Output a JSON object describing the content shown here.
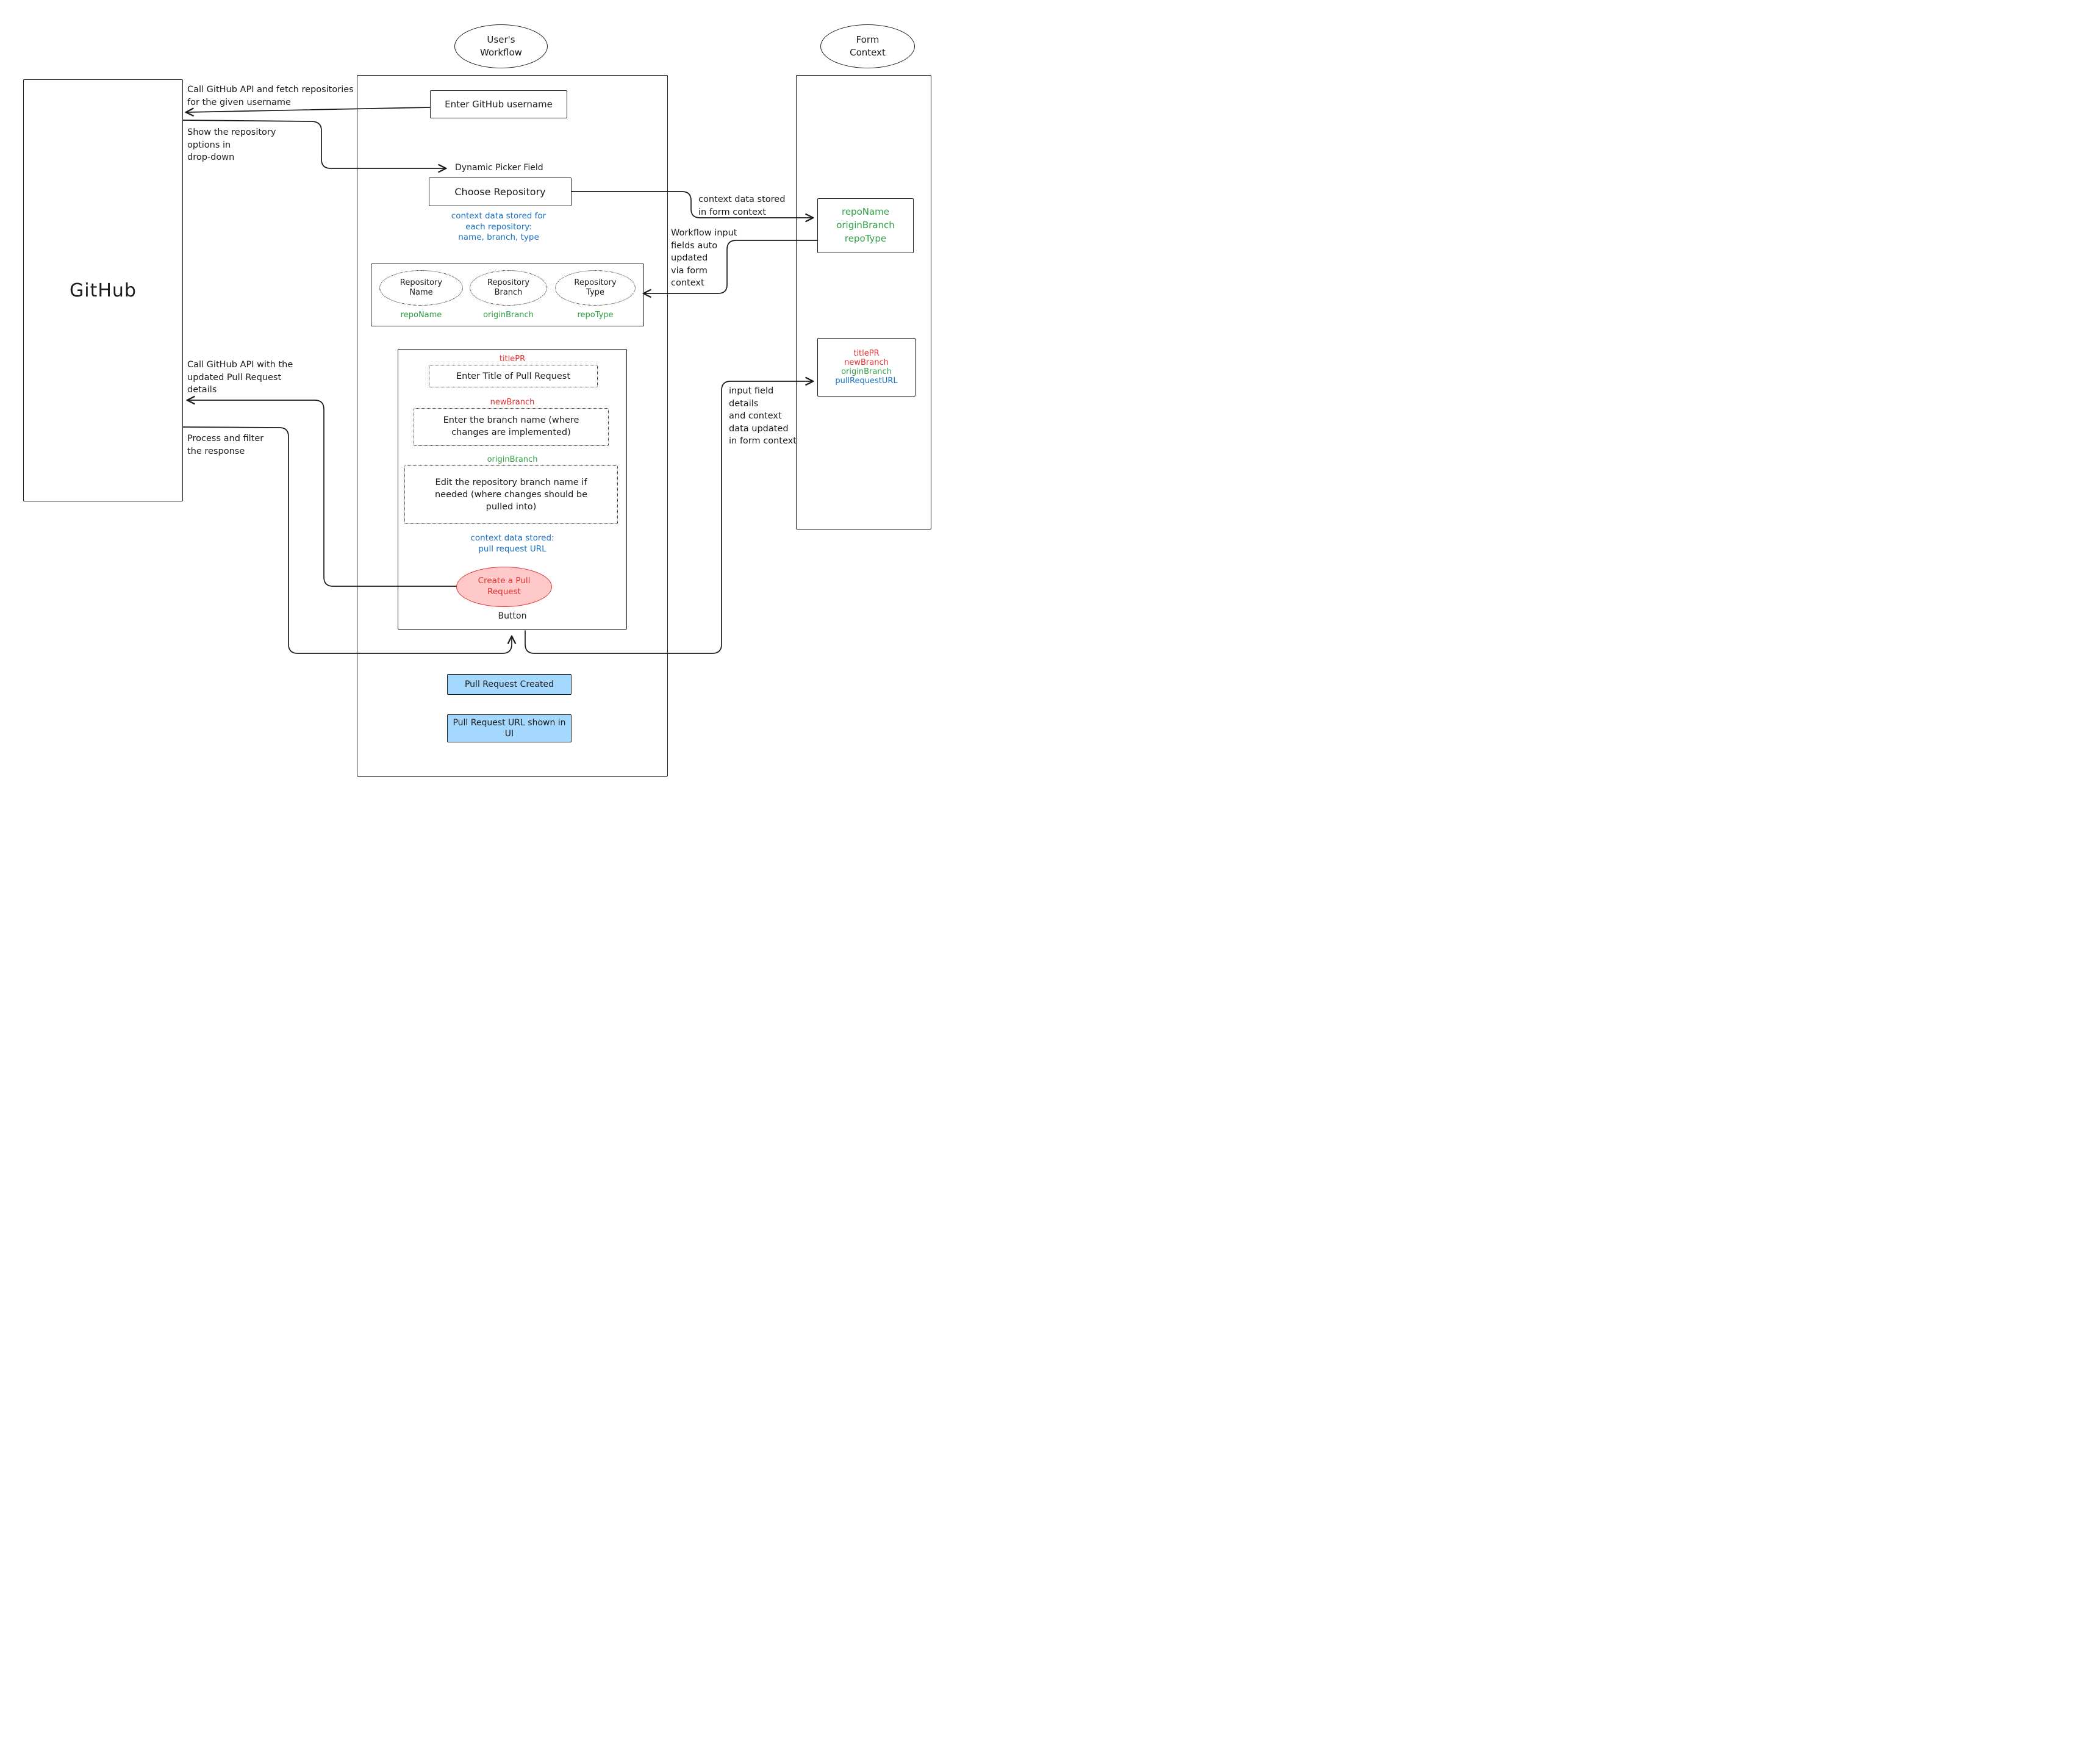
{
  "colors": {
    "green": "#2f9e44",
    "red": "#e03131",
    "blue": "#1971c2",
    "pink_fill": "#ffc9c9",
    "light_blue_fill": "#a5d8ff"
  },
  "headers": {
    "users_workflow": "User's\nWorkflow",
    "form_context": "Form\nContext"
  },
  "github": {
    "label": "GitHub"
  },
  "annotations": {
    "call_api_fetch": "Call GitHub API and fetch repositories\nfor the given username",
    "show_repo_options": "Show the repository\noptions in\ndrop-down",
    "dynamic_picker": "Dynamic Picker Field",
    "context_stored_form": "context data stored\nin form context",
    "workflow_input": "Workflow input\nfields auto\nupdated\nvia form\ncontext",
    "call_api_updated": "Call GitHub API with the\nupdated Pull Request\ndetails",
    "process_filter": "Process and filter\nthe response",
    "input_field_details": "input field\ndetails\nand context\ndata updated\nin form context"
  },
  "workflow": {
    "enter_username": "Enter GitHub username",
    "choose_repository": "Choose Repository",
    "context_data_repo": "context data stored for\neach repository:\nname, branch, type",
    "repo_fields": {
      "name": {
        "label": "Repository\nName",
        "context_key": "repoName"
      },
      "branch": {
        "label": "Repository\nBranch",
        "context_key": "originBranch"
      },
      "type": {
        "label": "Repository\nType",
        "context_key": "repoType"
      }
    },
    "pr_form": {
      "title_key": "titlePR",
      "title_field": "Enter Title of Pull Request",
      "new_branch_key": "newBranch",
      "new_branch_field": "Enter the branch name (where\nchanges are implemented)",
      "origin_branch_key": "originBranch",
      "origin_branch_field": "Edit the repository branch name if\nneeded (where changes should be\npulled into)",
      "context_stored": "context data stored:\npull request URL",
      "create_button": "Create a Pull\nRequest",
      "button_caption": "Button"
    },
    "pr_created": "Pull Request Created",
    "pr_url_shown": "Pull Request URL shown in\nUI"
  },
  "form_context": {
    "repo_box": "repoName\noriginBranch\nrepoType",
    "pr_box": {
      "titlePR": "titlePR",
      "newBranch": "newBranch",
      "originBranch": "originBranch",
      "pullRequestURL": "pullRequestURL"
    }
  }
}
